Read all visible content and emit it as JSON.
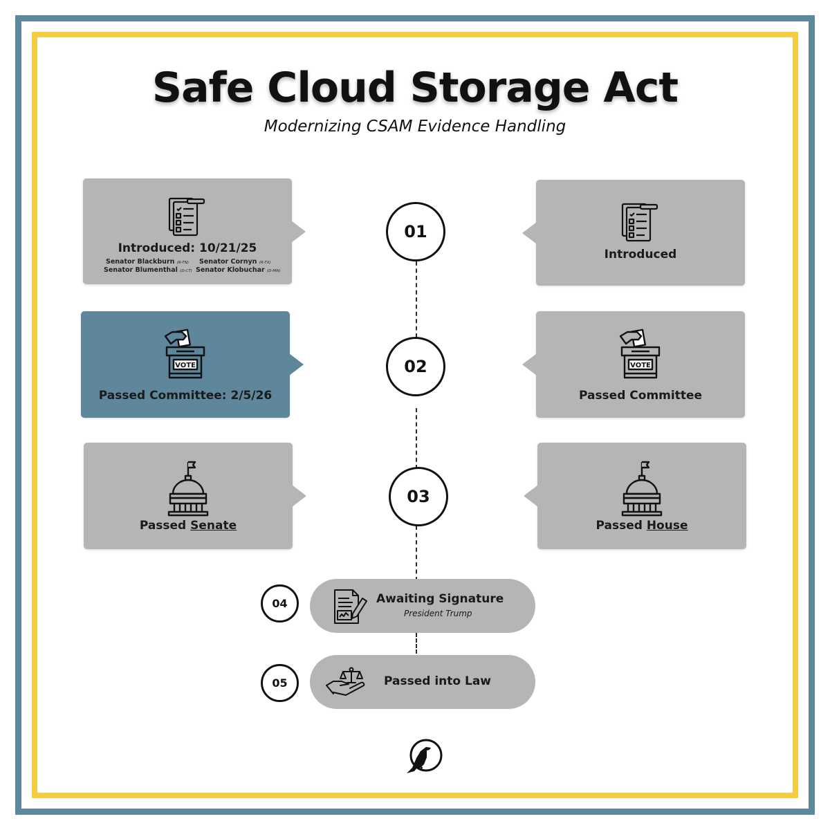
{
  "header": {
    "title": "Safe Cloud Storage Act",
    "subtitle": "Modernizing CSAM Evidence Handling"
  },
  "colors": {
    "frame_outer": "#5e879b",
    "frame_inner": "#f4cd45",
    "card_gray": "#b5b5b5",
    "card_active": "#5e879b"
  },
  "steps": [
    {
      "number": "01",
      "left": {
        "label": "Introduced: 10/21/25",
        "icon": "document-checklist-icon",
        "sponsors": [
          {
            "name": "Senator Blackburn",
            "party": "(R-TN)"
          },
          {
            "name": "Senator Cornyn",
            "party": "(R-TX)"
          },
          {
            "name": "Senator Blumenthal",
            "party": "(D-CT)"
          },
          {
            "name": "Senator Klobuchar",
            "party": "(D-MN)"
          }
        ]
      },
      "right": {
        "label": "Introduced",
        "icon": "document-checklist-icon"
      }
    },
    {
      "number": "02",
      "left": {
        "label": "Passed Committee: 2/5/26",
        "icon": "ballot-box-icon",
        "vote_text": "VOTE",
        "active": true
      },
      "right": {
        "label": "Passed Committee",
        "icon": "ballot-box-icon",
        "vote_text": "VOTE"
      }
    },
    {
      "number": "03",
      "left": {
        "label_prefix": "Passed ",
        "label_emph": "Senate",
        "icon": "capitol-dome-icon"
      },
      "right": {
        "label_prefix": "Passed ",
        "label_emph": "House",
        "icon": "capitol-dome-icon"
      }
    },
    {
      "number": "04",
      "title": "Awaiting Signature",
      "subtitle": "President Trump",
      "icon": "signed-contract-icon"
    },
    {
      "number": "05",
      "title": "Passed into Law",
      "icon": "scales-in-hand-icon"
    }
  ],
  "footer": {
    "logo": "raven-logo-icon"
  }
}
